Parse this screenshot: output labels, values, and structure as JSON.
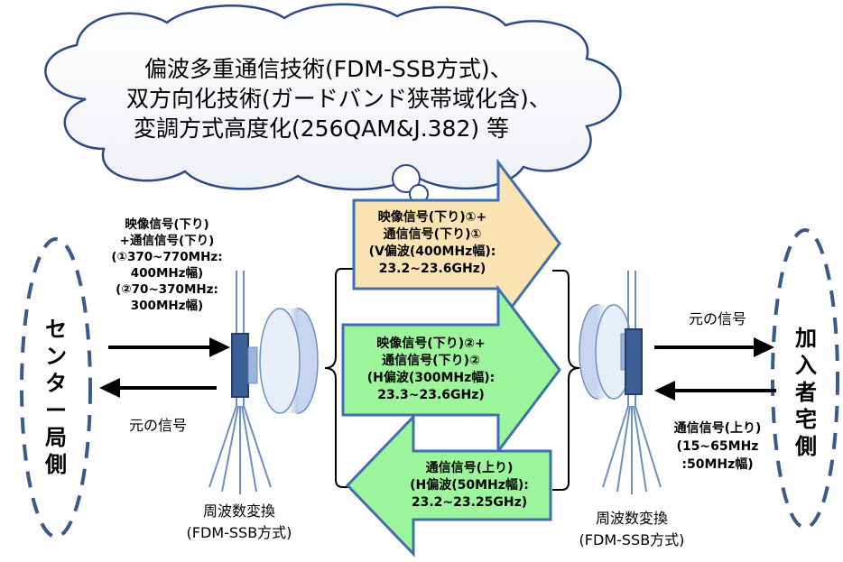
{
  "cloud": {
    "line1": "偏波多重通信技術(FDM-SSB方式)、",
    "line2": "双方向化技術(ガードバンド狭帯域化含)、",
    "line3": "変調方式高度化(256QAM&J.382) 等"
  },
  "left_side": {
    "label_chars": [
      "セ",
      "ン",
      "タ",
      "ー",
      "局",
      "側"
    ],
    "input_signal": [
      "映像信号(下り)",
      "+通信信号(下り)",
      "(①370~770MHz:",
      "400MHz幅)",
      "(②70~370MHz:",
      "300MHz幅)"
    ],
    "output_signal": "元の信号",
    "converter": [
      "周波数変換",
      "(FDM-SSB方式)"
    ]
  },
  "right_side": {
    "label_chars": [
      "加",
      "入",
      "者",
      "宅",
      "側"
    ],
    "output_signal": "元の信号",
    "input_signal": [
      "通信信号(上り)",
      "(15~65MHz",
      ":50MHz幅)"
    ],
    "converter": [
      "周波数変換",
      "(FDM-SSB方式)"
    ]
  },
  "channels": [
    {
      "lines": [
        "映像信号(下り)①+",
        "通信信号(下り)①",
        "(V偏波(400MHz幅):",
        "23.2~23.6GHz)"
      ],
      "direction": "right",
      "color": "#fce3b4"
    },
    {
      "lines": [
        "映像信号(下り)②+",
        "通信信号(下り)②",
        "(H偏波(300MHz幅):",
        "23.3~23.6GHz)"
      ],
      "direction": "right",
      "color": "#9cf59a"
    },
    {
      "lines": [
        "通信信号(上り)",
        "(H偏波(50MHz幅):",
        "23.2~23.25GHz)"
      ],
      "direction": "left",
      "color": "#9cf59a"
    }
  ],
  "colors": {
    "accent": "#3a5a8c",
    "arrow_border": "#3f6fb0",
    "cloud_border": "#2c4a86"
  }
}
